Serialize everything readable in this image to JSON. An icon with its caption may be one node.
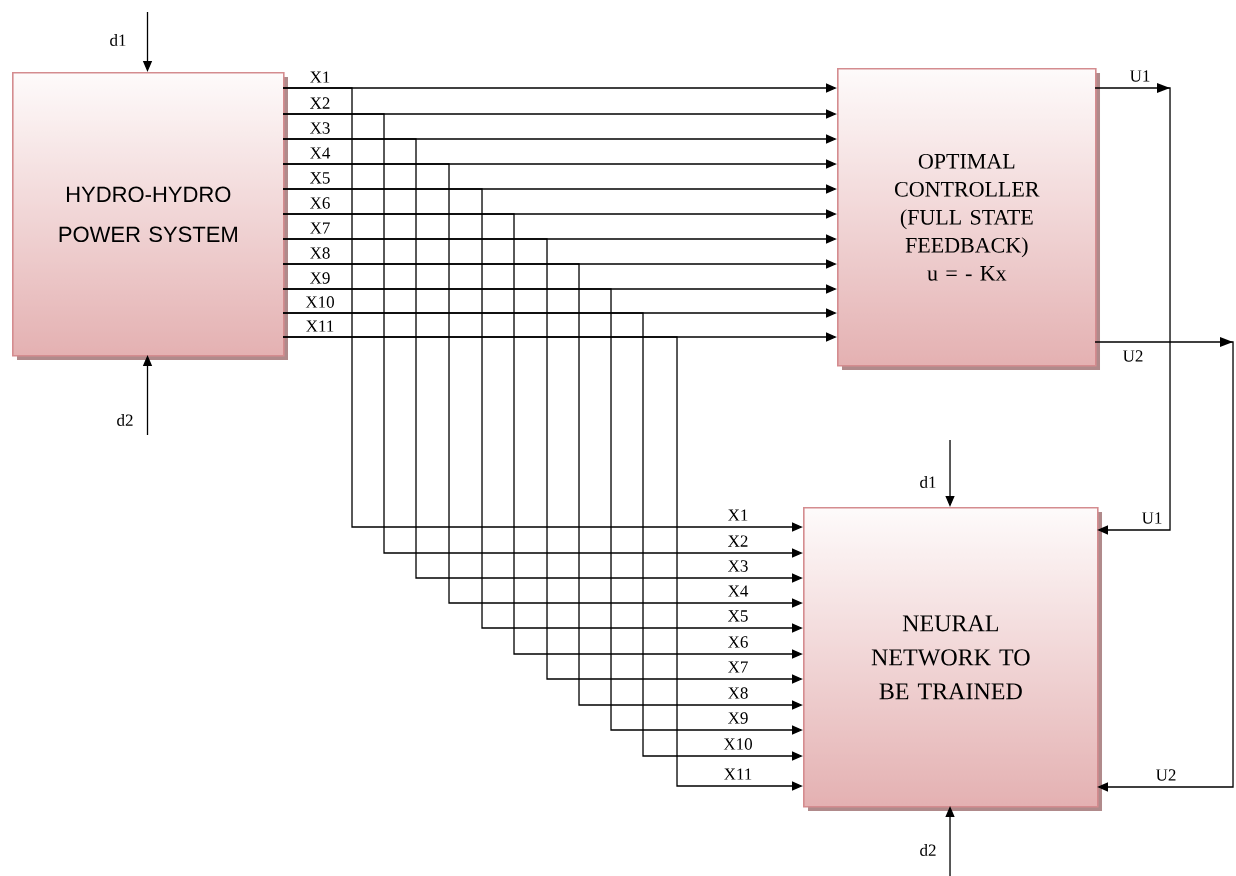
{
  "diagram": {
    "nodes": [
      {
        "text": [
          "HYDRO-HYDRO POWER SYSTEM"
        ]
      },
      {
        "text": [
          "OPTIMAL CONTROLLER (FULL STATE FEEDBACK)",
          "u = - Kx"
        ]
      },
      {
        "text": [
          "NEURAL NETWORK TO BE TRAINED"
        ]
      }
    ],
    "edges": [
      {
        "from": 0,
        "to": 1,
        "arrow": "to",
        "label": "X1"
      },
      {
        "from": 0,
        "to": 1,
        "arrow": "to",
        "label": "X2"
      },
      {
        "from": 0,
        "to": 1,
        "arrow": "to",
        "label": "X3"
      },
      {
        "from": 0,
        "to": 1,
        "arrow": "to",
        "label": "X4"
      },
      {
        "from": 0,
        "to": 1,
        "arrow": "to",
        "label": "X5"
      },
      {
        "from": 0,
        "to": 1,
        "arrow": "to",
        "label": "X6"
      },
      {
        "from": 0,
        "to": 1,
        "arrow": "to",
        "label": "X7"
      },
      {
        "from": 0,
        "to": 1,
        "arrow": "to",
        "label": "X8"
      },
      {
        "from": 0,
        "to": 1,
        "arrow": "to",
        "label": "X9"
      },
      {
        "from": 0,
        "to": 1,
        "arrow": "to",
        "label": "X10"
      },
      {
        "from": 0,
        "to": 1,
        "arrow": "to",
        "label": "X11"
      },
      {
        "from": 0,
        "to": 2,
        "arrow": "to",
        "label": "X1"
      },
      {
        "from": 0,
        "to": 2,
        "arrow": "to",
        "label": "X2"
      },
      {
        "from": 0,
        "to": 2,
        "arrow": "to",
        "label": "X3"
      },
      {
        "from": 0,
        "to": 2,
        "arrow": "to",
        "label": "X4"
      },
      {
        "from": 0,
        "to": 2,
        "arrow": "to",
        "label": "X5"
      },
      {
        "from": 0,
        "to": 2,
        "arrow": "to",
        "label": "X6"
      },
      {
        "from": 0,
        "to": 2,
        "arrow": "to",
        "label": "X7"
      },
      {
        "from": 0,
        "to": 2,
        "arrow": "to",
        "label": "X8"
      },
      {
        "from": 0,
        "to": 2,
        "arrow": "to",
        "label": "X9"
      },
      {
        "from": 0,
        "to": 2,
        "arrow": "to",
        "label": "X10"
      },
      {
        "from": 0,
        "to": 2,
        "arrow": "to",
        "label": "X11"
      },
      {
        "from": 1,
        "to": 2,
        "arrow": "to",
        "label": "U1"
      },
      {
        "from": 1,
        "to": 2,
        "arrow": "to",
        "label": "U2"
      },
      {
        "from": null,
        "to": 0,
        "arrow": "to",
        "label": "d1"
      },
      {
        "from": null,
        "to": 0,
        "arrow": "to",
        "label": "d2"
      },
      {
        "from": null,
        "to": 2,
        "arrow": "to",
        "label": "d1"
      },
      {
        "from": null,
        "to": 2,
        "arrow": "to",
        "label": "d2"
      }
    ],
    "labels": [
      "U1",
      "U2"
    ]
  }
}
